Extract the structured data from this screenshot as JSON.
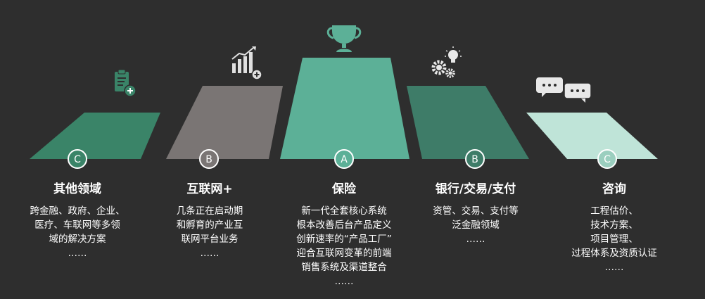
{
  "colors": {
    "background": "#2e2e2e",
    "green_dark": "#3a8468",
    "gray": "#7a7574",
    "green_main": "#5cb097",
    "green_mid": "#3e7c68",
    "green_light": "#bfe4d8",
    "icon_gray": "#e8e8e8"
  },
  "columns": [
    {
      "badge": "C",
      "title": "其他领域",
      "icon": "clipboard-plus-icon",
      "lines": [
        "跨金融、政府、企业、",
        "医疗、车联网等多领",
        "域的解决方案",
        "……"
      ]
    },
    {
      "badge": "B",
      "title": "互联网+",
      "icon": "growth-chart-icon",
      "lines": [
        "几条正在启动期",
        "和孵育的产业互",
        "联网平台业务",
        "……"
      ]
    },
    {
      "badge": "A",
      "title": "保险",
      "icon": "trophy-icon",
      "lines": [
        "新一代全套核心系统",
        "根本改善后台产品定义",
        "创新速率的“产品工厂”",
        "迎合互联网变革的前端",
        "销售系统及渠道整合",
        "……"
      ]
    },
    {
      "badge": "B",
      "title": "银行/交易/支付",
      "icon": "gears-bulb-icon",
      "lines": [
        "资管、交易、支付等",
        "泛金融领域",
        "……"
      ]
    },
    {
      "badge": "C",
      "title": "咨询",
      "icon": "chat-bubbles-icon",
      "lines": [
        "工程估价、",
        "技术方案、",
        "项目管理、",
        "过程体系及资质认证",
        "……"
      ]
    }
  ]
}
